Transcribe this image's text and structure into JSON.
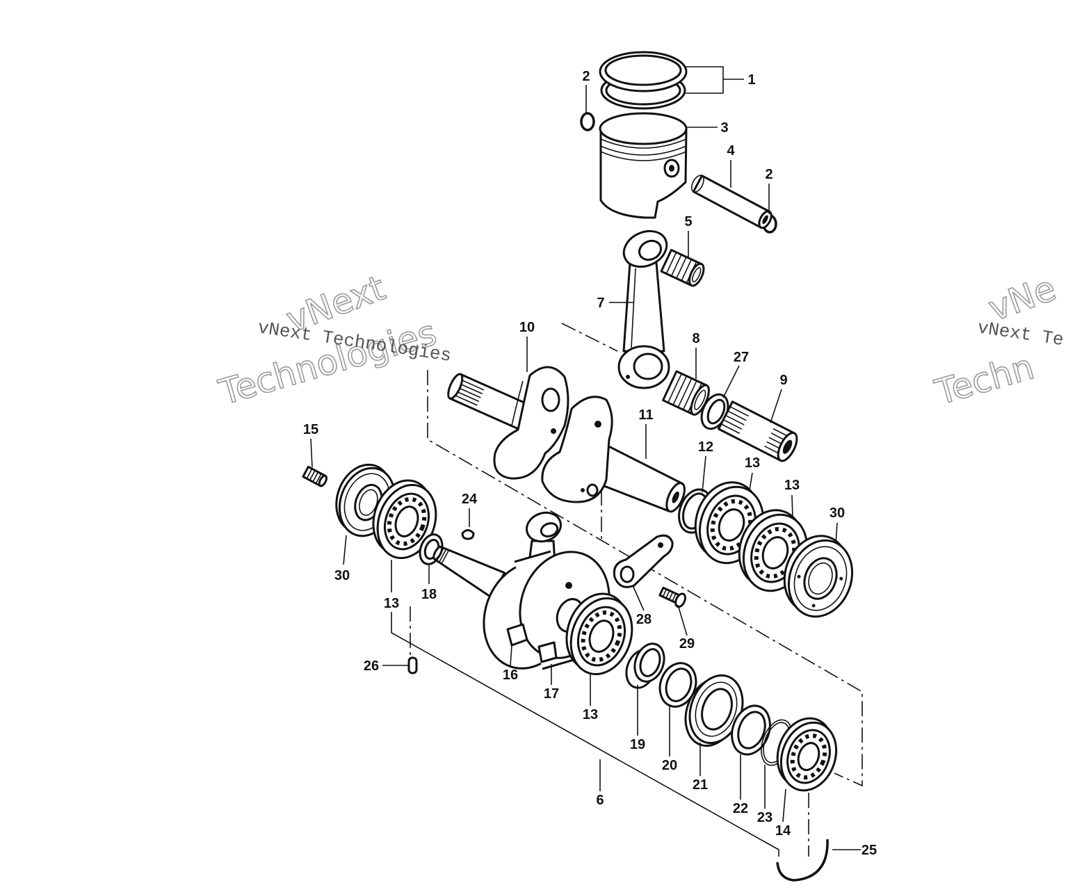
{
  "callouts": [
    "1",
    "2",
    "3",
    "4",
    "2",
    "5",
    "7",
    "8",
    "27",
    "9",
    "10",
    "11",
    "12",
    "13",
    "13",
    "30",
    "15",
    "24",
    "30",
    "13",
    "18",
    "28",
    "29",
    "26",
    "16",
    "17",
    "13",
    "19",
    "20",
    "21",
    "22",
    "23",
    "14",
    "6",
    "25"
  ],
  "watermark": {
    "text": "vNext Technologies",
    "line1": "vNext",
    "line2": "Technologies",
    "partial_text": "vNext Te",
    "partial_line1": "vNe",
    "partial_line2": "Techn"
  }
}
